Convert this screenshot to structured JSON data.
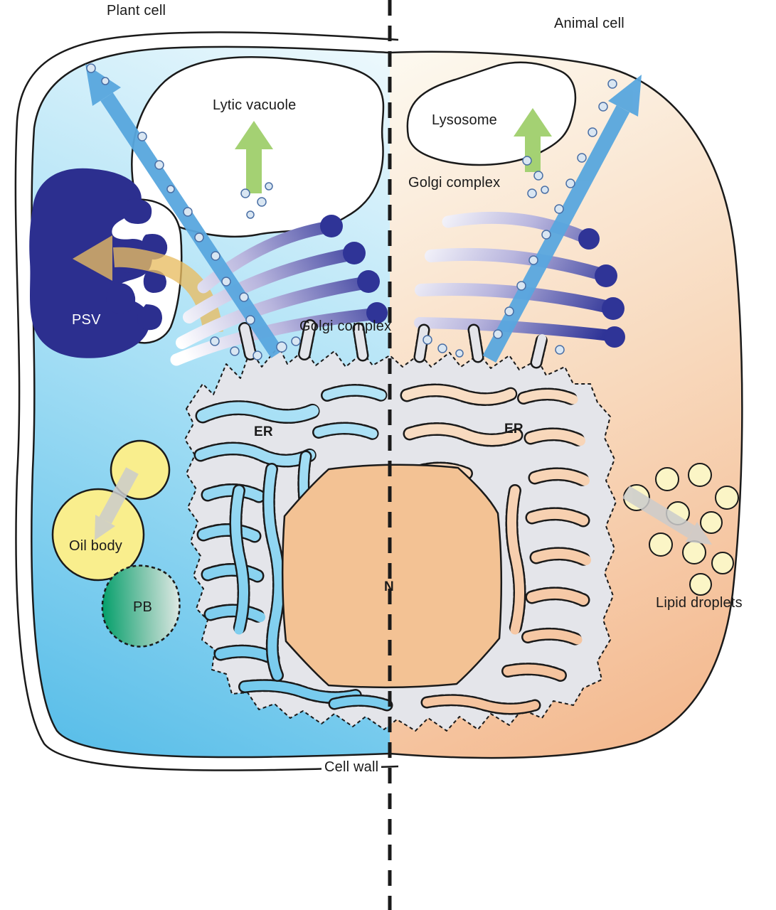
{
  "labels": {
    "plant_cell": "Plant cell",
    "animal_cell": "Animal cell",
    "lytic_vacuole": "Lytic vacuole",
    "lysosome": "Lysosome",
    "golgi_plant": "Golgi complex",
    "golgi_animal": "Golgi complex",
    "er_plant": "ER",
    "er_animal": "ER",
    "psv": "PSV",
    "nucleus": "N",
    "oil_body": "Oil body",
    "protein_body": "PB",
    "lipid_droplets": "Lipid droplets",
    "cell_wall": "Cell wall"
  },
  "colors": {
    "plant_top": "#eef9fd",
    "plant_mid": "#a6dff5",
    "plant_bottom": "#55bce8",
    "animal_top": "#fdfaf1",
    "animal_mid": "#f8d9bd",
    "animal_bottom": "#f3b488",
    "golgi_dark": "#2f3497",
    "golgi_mid": "#b9b6de",
    "golgi_light": "#ffffff",
    "psv_navy": "#2c2f8f",
    "nucleus_fill": "#f3c294",
    "er_fill": "#e4e5ea",
    "arrow_blue": "#58a7de",
    "arrow_green": "#a4d173",
    "arrow_tan": "#e9bd62",
    "arrow_grey": "#cccccc",
    "oil_yellow": "#f9ee8d",
    "lipid_yellow": "#fbf5c6",
    "pb_green": "#07a06c",
    "vesicle_fill": "#d9e6f2",
    "vesicle_stroke": "#4a6fa5",
    "outline": "#1a1a1a"
  }
}
